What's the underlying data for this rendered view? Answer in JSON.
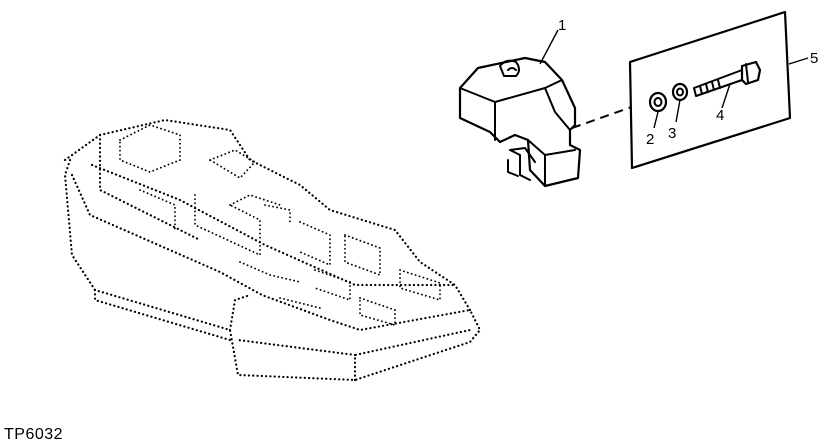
{
  "figure_id": "TP6032",
  "callouts": {
    "c1": "1",
    "c2": "2",
    "c3": "3",
    "c4": "4",
    "c5": "5"
  }
}
